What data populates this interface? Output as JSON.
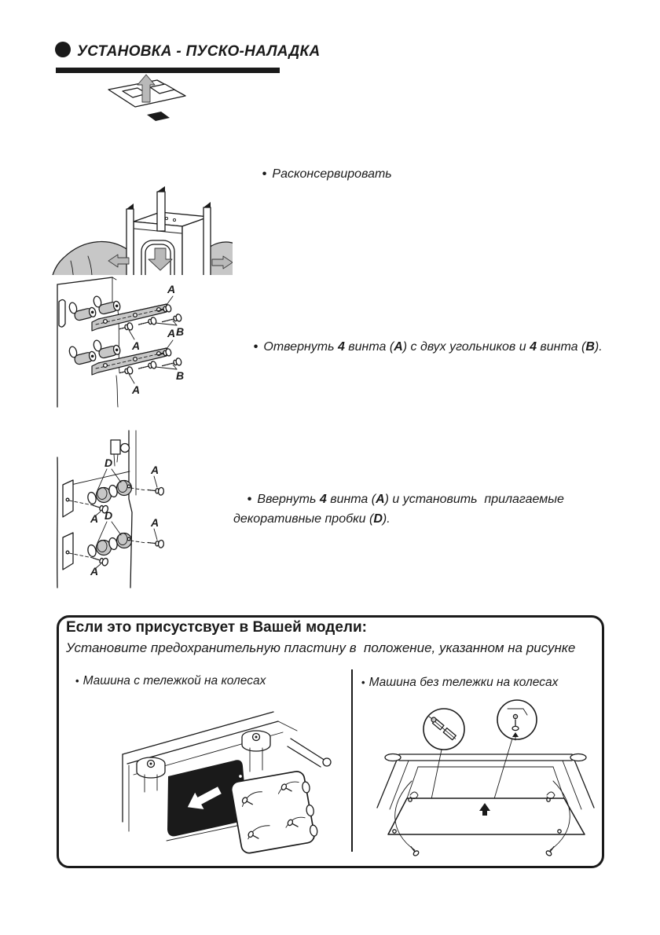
{
  "colors": {
    "ink": "#1a1a1a",
    "gray_fill": "#c7c7c7",
    "light_gray": "#b9b9b9"
  },
  "glyphs": {
    "bullet": "•"
  },
  "header": {
    "title": "УСТАНОВКА - ПУСКО-НАЛАДКА"
  },
  "steps": [
    {
      "segments": [
        {
          "t": "Расконсервировать"
        }
      ]
    },
    {
      "segments": [
        {
          "t": "Отвернуть "
        },
        {
          "t": "4",
          "b": true
        },
        {
          "t": " винта ("
        },
        {
          "t": "A",
          "b": true
        },
        {
          "t": ") с двух угольников и "
        },
        {
          "t": "4",
          "b": true
        },
        {
          "t": " винта ("
        },
        {
          "t": "B",
          "b": true
        },
        {
          "t": ")."
        }
      ]
    },
    {
      "segments": [
        {
          "t": "Ввернуть "
        },
        {
          "t": "4",
          "b": true
        },
        {
          "t": " винта ("
        },
        {
          "t": "A",
          "b": true
        },
        {
          "t": ") и установить  прилагаемые декоративные пробки ("
        },
        {
          "t": "D",
          "b": true
        },
        {
          "t": ")."
        }
      ]
    }
  ],
  "figure_labels": {
    "a": "A",
    "b": "B",
    "d": "D"
  },
  "notice": {
    "heading": "Если это присустсвует в Вашей модели:",
    "subheading": "Установите предохранительную пластину в  положение, указанном на рисунке",
    "columns": [
      {
        "caption": "Машина с тележкой на колесах"
      },
      {
        "caption": "Машина без тележки на колесах"
      }
    ]
  }
}
